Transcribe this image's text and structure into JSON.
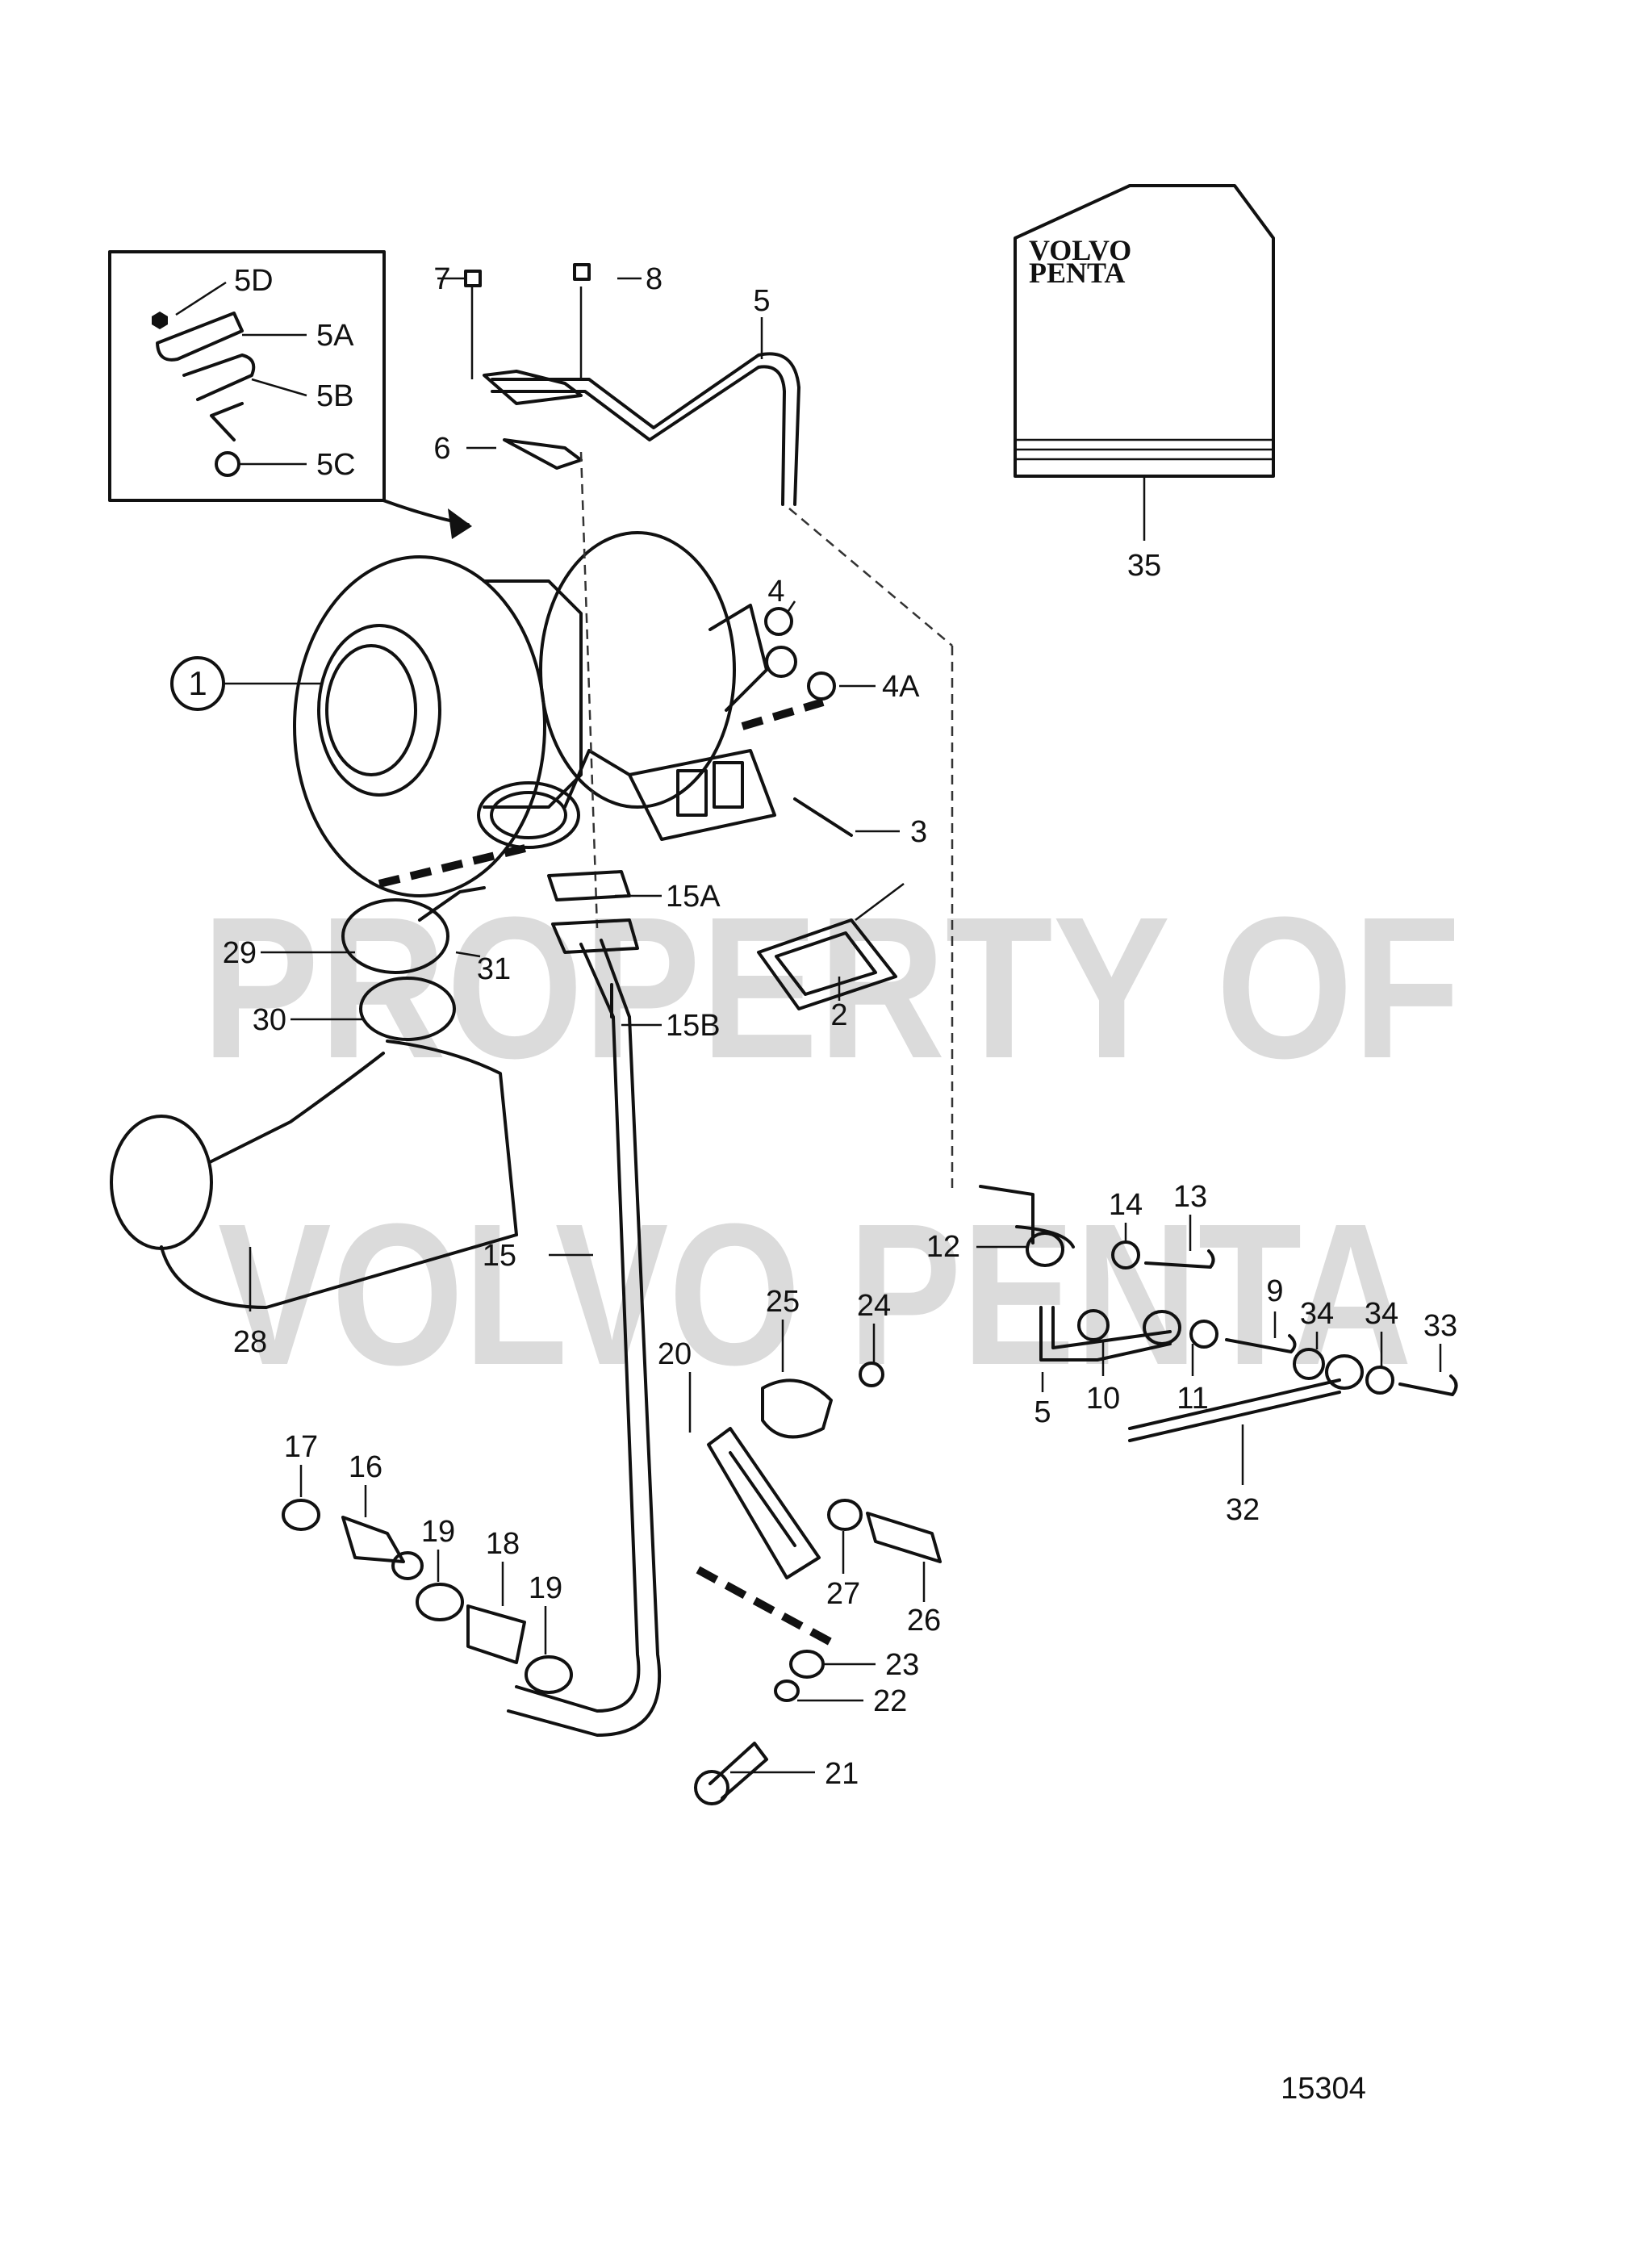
{
  "logo": {
    "line1": "VOLVO",
    "line2": "PENTA"
  },
  "watermark": {
    "line1": "PROPERTY OF",
    "line2": "VOLVO PENTA"
  },
  "drawing_number": "15304",
  "callouts": {
    "c1": "1",
    "c2": "2",
    "c3": "3",
    "c4": "4",
    "c4a": "4A",
    "c5top": "5",
    "c5a": "5A",
    "c5b": "5B",
    "c5c": "5C",
    "c5d": "5D",
    "c5low": "5",
    "c6": "6",
    "c7": "7",
    "c8": "8",
    "c9": "9",
    "c10": "10",
    "c11": "11",
    "c12": "12",
    "c13": "13",
    "c14": "14",
    "c15": "15",
    "c15a": "15A",
    "c15b": "15B",
    "c16": "16",
    "c17": "17",
    "c18": "18",
    "c19a": "19",
    "c19b": "19",
    "c20": "20",
    "c21": "21",
    "c22": "22",
    "c23": "23",
    "c24": "24",
    "c25": "25",
    "c26": "26",
    "c27": "27",
    "c28": "28",
    "c29": "29",
    "c30": "30",
    "c31": "31",
    "c32": "32",
    "c33": "33",
    "c34a": "34",
    "c34b": "34",
    "c35": "35"
  }
}
